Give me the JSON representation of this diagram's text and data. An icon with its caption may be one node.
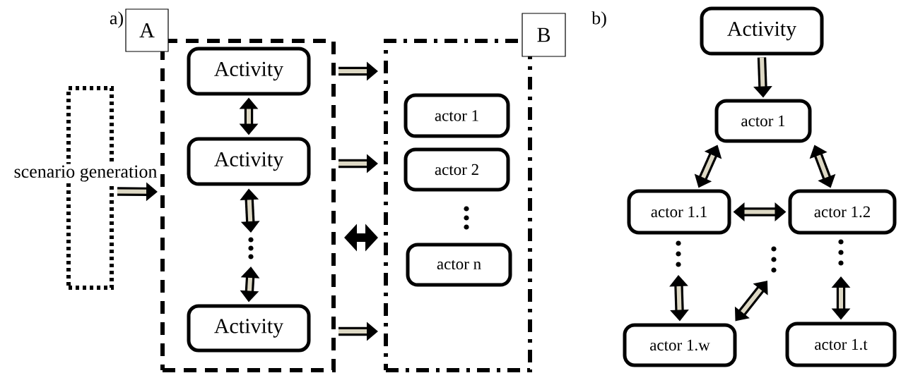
{
  "diagram": {
    "nodes": [
      {
        "text": [
          "scenario generation"
        ]
      },
      {
        "text": [
          "A"
        ]
      },
      {
        "text": [
          "Activity"
        ],
        "in": 1
      },
      {
        "text": [
          "Activity"
        ],
        "in": 1
      },
      {
        "text": [
          "Activity"
        ],
        "in": 1
      },
      {
        "text": [
          "B"
        ]
      },
      {
        "text": [
          "actor 1"
        ],
        "in": 5
      },
      {
        "text": [
          "actor 2"
        ],
        "in": 5
      },
      {
        "text": [
          "actor n"
        ],
        "in": 5
      },
      {
        "text": [
          "Activity"
        ]
      },
      {
        "text": [
          "actor 1"
        ]
      },
      {
        "text": [
          "actor 1.1"
        ]
      },
      {
        "text": [
          "actor 1.2"
        ]
      },
      {
        "text": [
          "actor 1.w"
        ]
      },
      {
        "text": [
          "actor 1.t"
        ]
      }
    ],
    "edges": [
      {
        "from": 0,
        "to": 1,
        "arrow": "to"
      },
      {
        "from": 2,
        "to": 3,
        "arrow": "both"
      },
      {
        "from": 3,
        "to": null,
        "arrow": "both"
      },
      {
        "from": null,
        "to": 4,
        "arrow": "both"
      },
      {
        "from": 1,
        "to": 5,
        "arrow": "to"
      },
      {
        "from": 1,
        "to": 5,
        "arrow": "to"
      },
      {
        "from": 1,
        "to": 5,
        "arrow": "both",
        "color": "#000000"
      },
      {
        "from": 1,
        "to": 5,
        "arrow": "to"
      },
      {
        "from": 9,
        "to": 10,
        "arrow": "to"
      },
      {
        "from": 10,
        "to": 11,
        "arrow": "both"
      },
      {
        "from": 10,
        "to": 12,
        "arrow": "both"
      },
      {
        "from": 11,
        "to": 12,
        "arrow": "both"
      },
      {
        "from": null,
        "to": 13,
        "arrow": "both"
      },
      {
        "from": 13,
        "to": null,
        "arrow": "both"
      },
      {
        "from": null,
        "to": 14,
        "arrow": "both"
      }
    ],
    "labels": [
      "a)",
      "b)"
    ]
  }
}
